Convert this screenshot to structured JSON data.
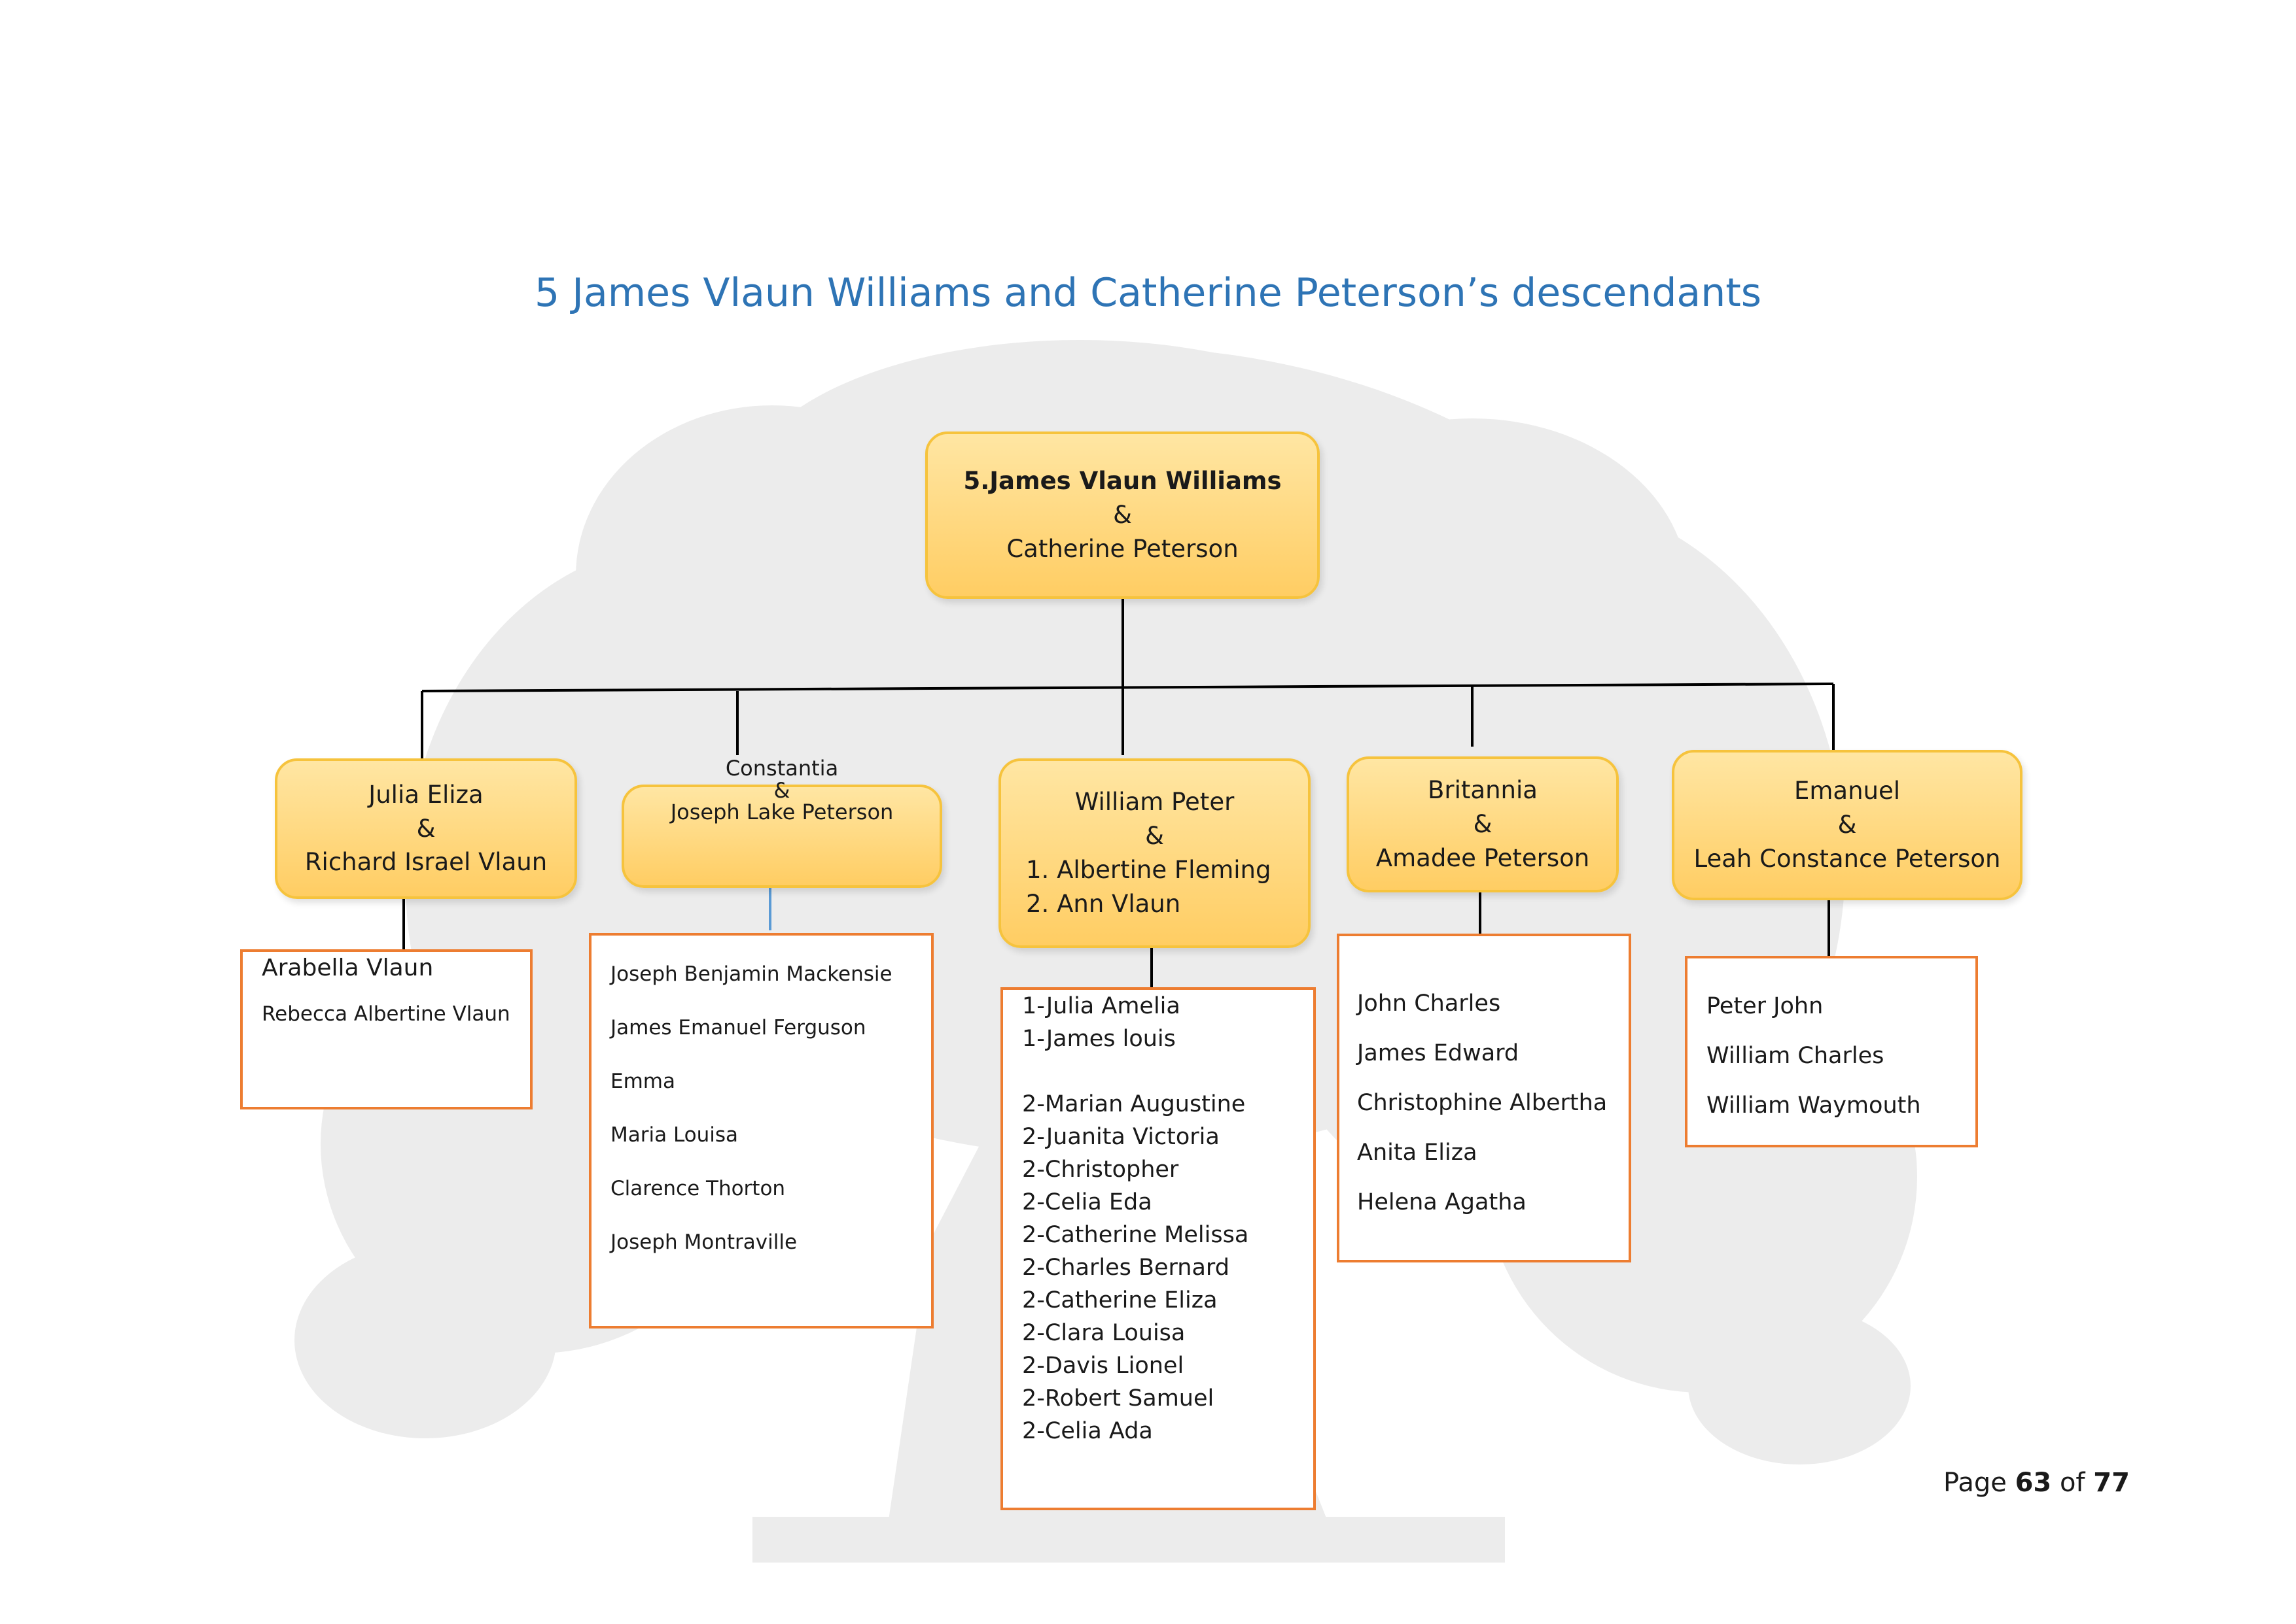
{
  "title": "5 James Vlaun Williams and Catherine Peterson’s descendants",
  "root": {
    "name": "5.James Vlaun Williams",
    "amp": "&",
    "spouse": "Catherine Peterson"
  },
  "children": [
    {
      "lines": [
        "Julia Eliza",
        "&",
        "Richard Israel Vlaun"
      ],
      "descendants": [
        "Arabella Vlaun",
        "Rebecca Albertine Vlaun"
      ]
    },
    {
      "lines": [
        "Constantia",
        "&",
        "Joseph Lake Peterson"
      ],
      "descendants": [
        "Joseph Benjamin Mackensie",
        "James Emanuel Ferguson",
        "Emma",
        "Maria Louisa",
        "Clarence Thorton",
        "Joseph Montraville"
      ]
    },
    {
      "lines": [
        "William Peter",
        "&",
        "1. Albertine Fleming",
        "2. Ann Vlaun"
      ],
      "descendants": [
        "1-Julia Amelia",
        "1-James louis",
        "",
        "2-Marian Augustine",
        "2-Juanita Victoria",
        "2-Christopher",
        "2-Celia Eda",
        "2-Catherine Melissa",
        "2-Charles Bernard",
        "2-Catherine Eliza",
        "2-Clara Louisa",
        "2-Davis Lionel",
        "2-Robert Samuel",
        "2-Celia Ada"
      ]
    },
    {
      "lines": [
        "Britannia",
        "&",
        "Amadee Peterson"
      ],
      "descendants": [
        "John Charles",
        "James Edward",
        "Christophine Albertha",
        "Anita Eliza",
        "Helena Agatha"
      ]
    },
    {
      "lines": [
        "Emanuel",
        "&",
        "Leah Constance Peterson"
      ],
      "descendants": [
        "Peter John",
        "William Charles",
        "William Waymouth"
      ]
    }
  ],
  "page": {
    "label": "Page",
    "current": "63",
    "of": "of",
    "total": "77"
  },
  "colors": {
    "title": "#2e74b5",
    "node_fill": "#ffcd63",
    "node_border": "#f6c33d",
    "list_border": "#ed7d31",
    "connector": "#000000",
    "tree_watermark": "#ebebeb"
  }
}
